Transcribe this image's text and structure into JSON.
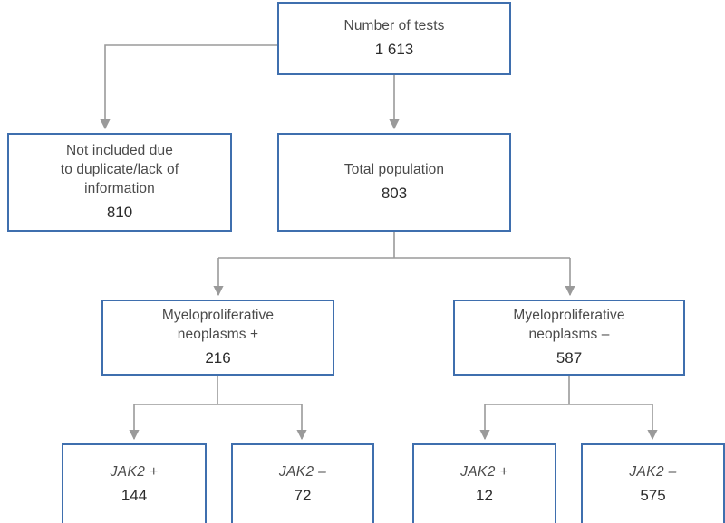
{
  "figure": {
    "type": "flowchart",
    "orientation": "top-down",
    "colors": {
      "box_border": "#3f6fae",
      "box_fill": "#ffffff",
      "connector": "#9a9a9a",
      "label_text": "#4a4a4a",
      "value_text": "#2b2b2b",
      "background": "#ffffff"
    }
  },
  "nodes": {
    "tests": {
      "label": "Number of tests",
      "value": "1 613"
    },
    "excluded": {
      "label": "Not included due\nto duplicate/lack of\ninformation",
      "value": "810"
    },
    "population": {
      "label": "Total population",
      "value": "803"
    },
    "mpn_positive": {
      "label": "Myeloproliferative\nneoplasms +",
      "value": "216"
    },
    "mpn_negative": {
      "label": "Myeloproliferative\nneoplasms –",
      "value": "587"
    },
    "jak2_mpn_pos_positive": {
      "label": "JAK2 +",
      "value": "144"
    },
    "jak2_mpn_pos_negative": {
      "label": "JAK2 –",
      "value": "72"
    },
    "jak2_mpn_neg_positive": {
      "label": "JAK2 +",
      "value": "12"
    },
    "jak2_mpn_neg_negative": {
      "label": "JAK2 –",
      "value": "575"
    }
  },
  "edges": [
    {
      "from": "tests",
      "to": "excluded",
      "style": "elbow-left-arrow"
    },
    {
      "from": "tests",
      "to": "population",
      "style": "straight-down-arrow"
    },
    {
      "from": "population",
      "to": "mpn_positive",
      "style": "tee-split-arrow"
    },
    {
      "from": "population",
      "to": "mpn_negative",
      "style": "tee-split-arrow"
    },
    {
      "from": "mpn_positive",
      "to": "jak2_mpn_pos_positive",
      "style": "tee-split-arrow"
    },
    {
      "from": "mpn_positive",
      "to": "jak2_mpn_pos_negative",
      "style": "tee-split-arrow"
    },
    {
      "from": "mpn_negative",
      "to": "jak2_mpn_neg_positive",
      "style": "tee-split-arrow"
    },
    {
      "from": "mpn_negative",
      "to": "jak2_mpn_neg_negative",
      "style": "tee-split-arrow"
    }
  ]
}
